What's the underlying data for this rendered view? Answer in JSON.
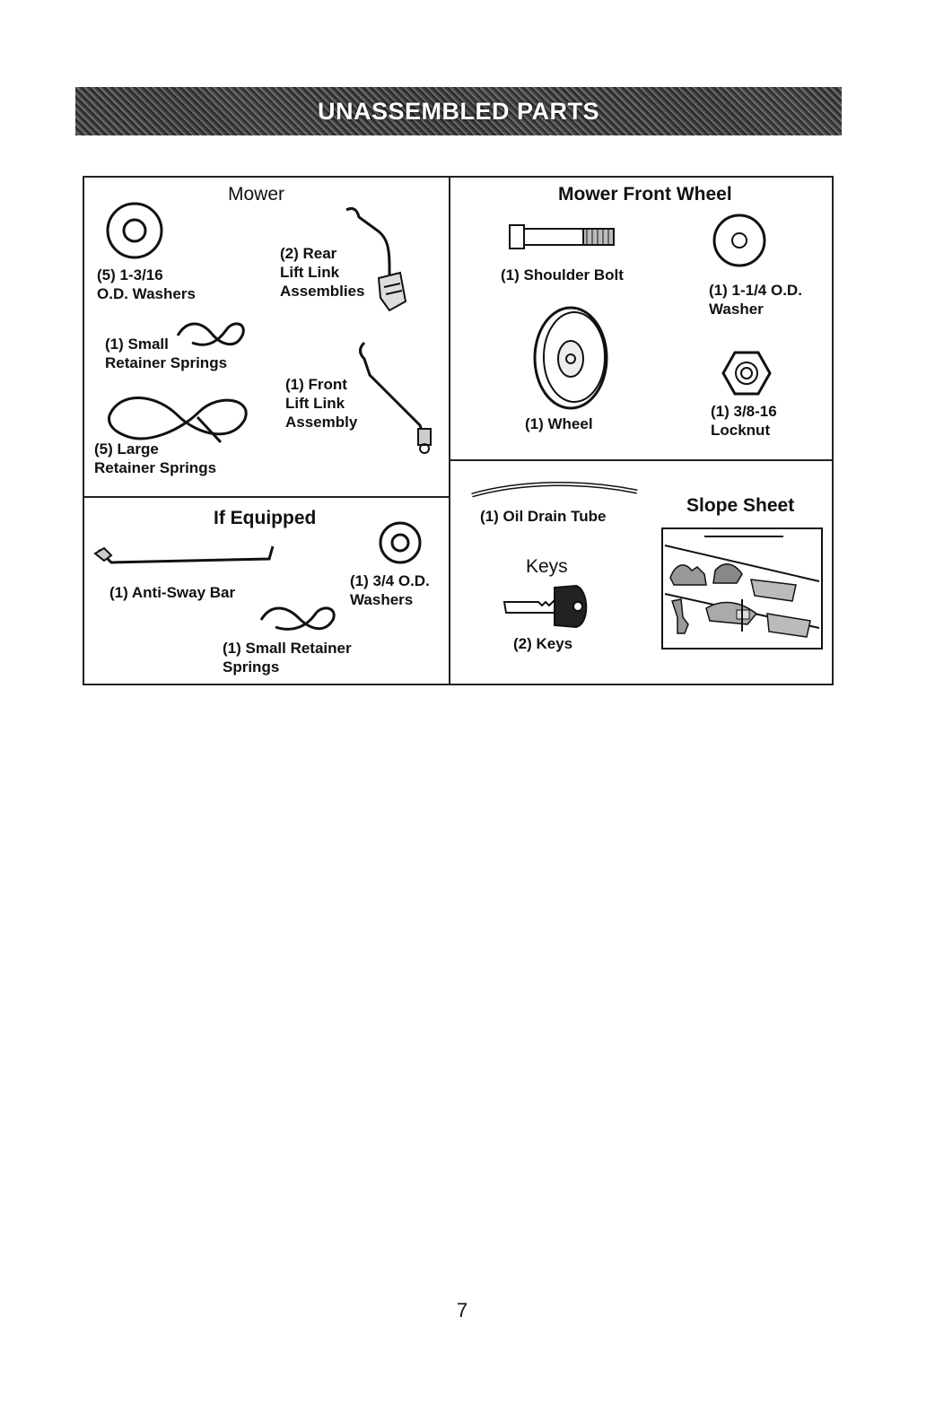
{
  "banner": {
    "title": "UNASSEMBLED PARTS"
  },
  "mower": {
    "heading": "Mower",
    "washers": "(5) 1-3/16\nO.D. Washers",
    "rear_lift": "(2) Rear\nLift Link\nAssemblies",
    "small_springs": "(1) Small\nRetainer Springs",
    "front_lift": "(1) Front\nLift Link\nAssembly",
    "large_springs": "(5) Large\nRetainer Springs"
  },
  "front_wheel": {
    "heading": "Mower Front Wheel",
    "shoulder_bolt": "(1) Shoulder Bolt",
    "washer": "(1) 1-1/4 O.D.\nWasher",
    "wheel": "(1) Wheel",
    "locknut": "(1) 3/8-16\nLocknut"
  },
  "if_equipped": {
    "heading": "If Equipped",
    "anti_sway": "(1) Anti-Sway Bar",
    "washers": "(1) 3/4 O.D.\nWashers",
    "small_spring": "(1) Small Retainer\nSprings"
  },
  "misc": {
    "oil_drain": "(1) Oil Drain Tube",
    "slope_heading": "Slope Sheet",
    "keys_heading": "Keys",
    "keys": "(2) Keys"
  },
  "page_number": "7",
  "icons": [
    "washer-icon",
    "lift-link-icon",
    "spring-icon",
    "bolt-icon",
    "wheel-icon",
    "locknut-icon",
    "anti-sway-bar-icon",
    "oil-drain-tube-icon",
    "key-icon",
    "slope-sheet-icon"
  ]
}
